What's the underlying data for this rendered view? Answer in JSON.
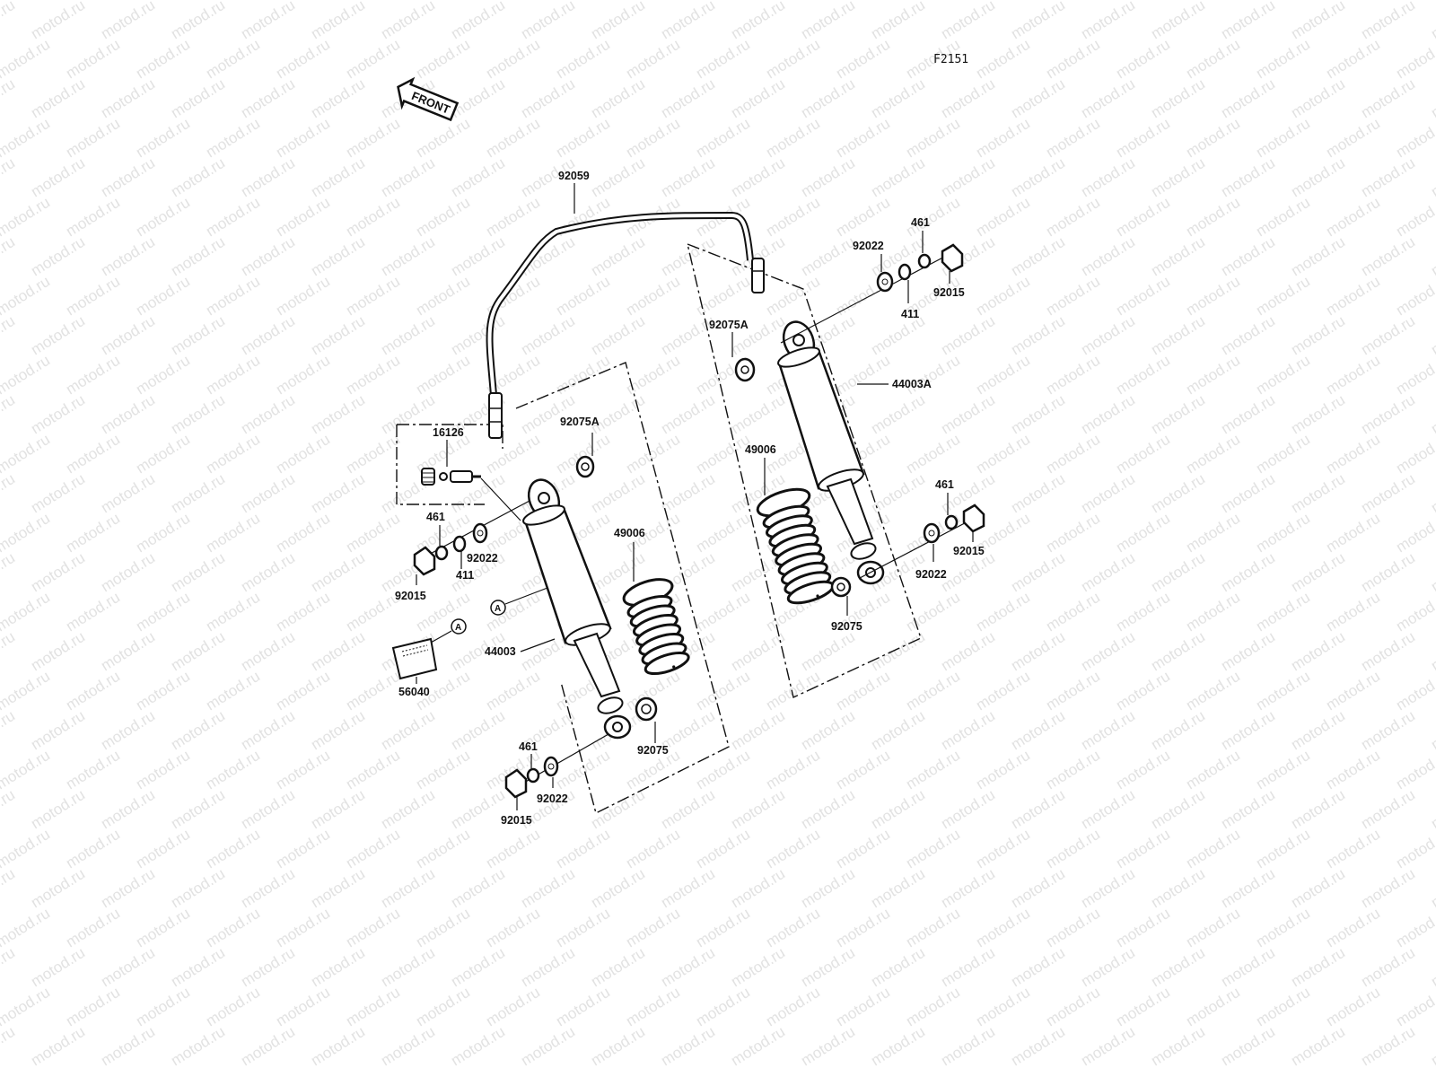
{
  "diagram_code": "F2151",
  "front_label": "FRONT",
  "watermark_text": "motod.ru",
  "parts": {
    "p92059": "92059",
    "p16126": "16126",
    "p92075A_left": "92075A",
    "p92075A_right": "92075A",
    "p461_left_top": "461",
    "p461_right_top": "461",
    "p461_right_bottom": "461",
    "p461_left_bottom": "461",
    "p92022_left_top": "92022",
    "p92022_right_top": "92022",
    "p92022_right_bottom": "92022",
    "p92022_left_bottom": "92022",
    "p411_left": "411",
    "p411_right": "411",
    "p92015_left_top": "92015",
    "p92015_right_top": "92015",
    "p92015_right_bottom": "92015",
    "p92015_left_bottom": "92015",
    "p44003": "44003",
    "p44003A": "44003A",
    "p49006_left": "49006",
    "p49006_right": "49006",
    "p92075_left": "92075",
    "p92075_right": "92075",
    "p56040": "56040"
  },
  "ref_marks": {
    "a1": "A",
    "a2": "A"
  }
}
